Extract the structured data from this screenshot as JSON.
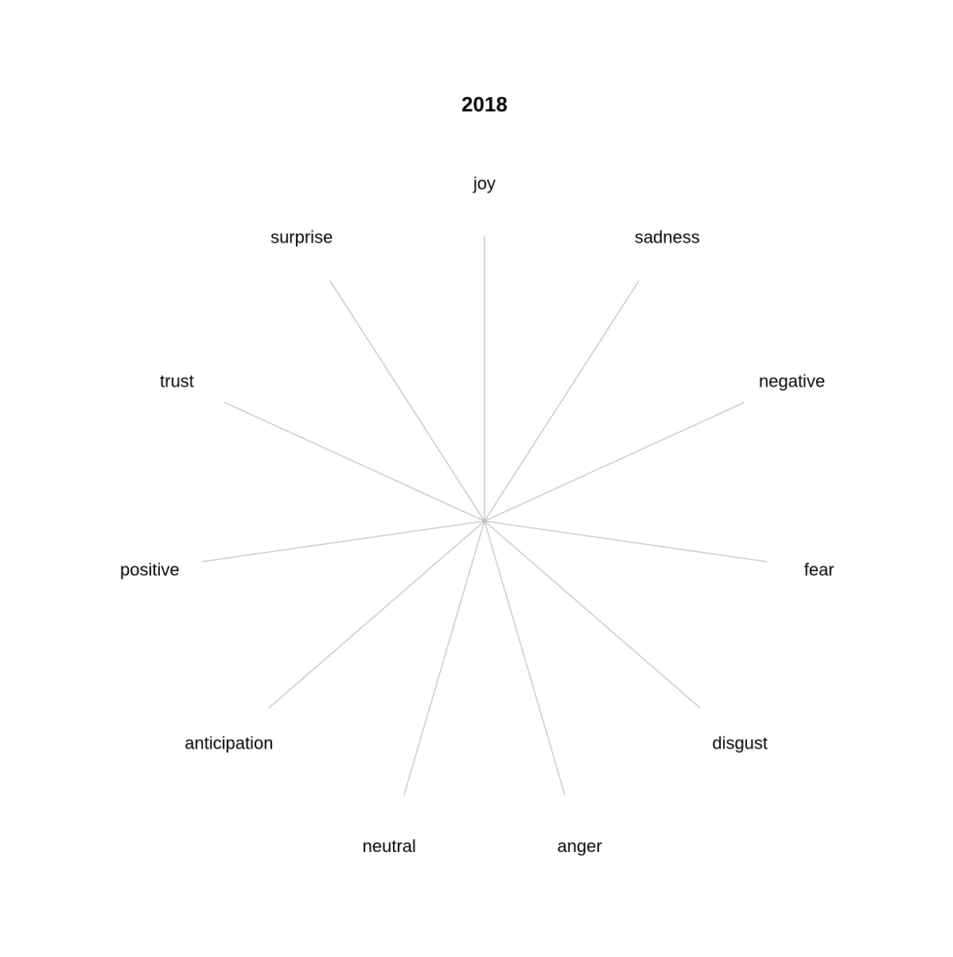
{
  "chart_data": {
    "type": "radar",
    "title": "2018",
    "axes": [
      "joy",
      "sadness",
      "negative",
      "fear",
      "disgust",
      "anger",
      "neutral",
      "anticipation",
      "positive",
      "trust",
      "surprise"
    ],
    "series": [],
    "grid": false,
    "legend": "none"
  },
  "colors": {
    "spoke": "#c0c0c0",
    "text": "#000000",
    "background": "#ffffff"
  }
}
